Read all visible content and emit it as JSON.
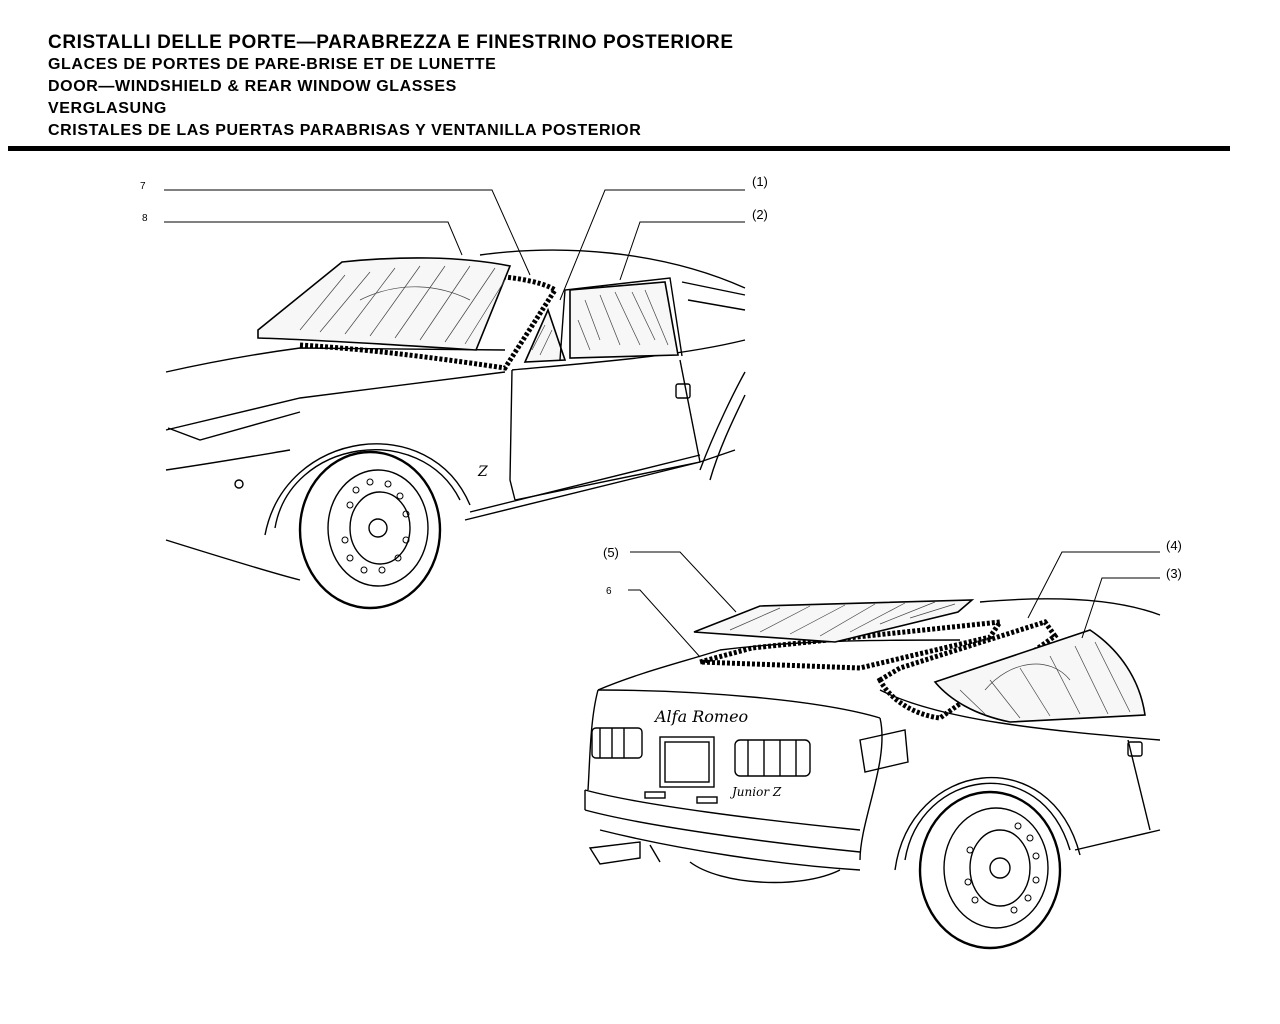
{
  "header": {
    "title_it": "CRISTALLI DELLE PORTE—PARABREZZA E FINESTRINO POSTERIORE",
    "title_fr": "GLACES DE PORTES DE PARE-BRISE ET DE LUNETTE",
    "title_en": "DOOR—WINDSHIELD & REAR WINDOW GLASSES",
    "title_de": "VERGLASUNG",
    "title_es": "CRISTALES DE LAS PUERTAS PARABRISAS Y VENTANILLA POSTERIOR"
  },
  "callouts": {
    "c1": "(1)",
    "c2": "(2)",
    "c3": "(3)",
    "c4": "(4)",
    "c5": "(5)",
    "c6": "6",
    "c7": "7",
    "c8": "8"
  },
  "badges": {
    "side_emblem": "Z",
    "brand_script": "Alfa Romeo",
    "model_script": "Junior Z"
  }
}
